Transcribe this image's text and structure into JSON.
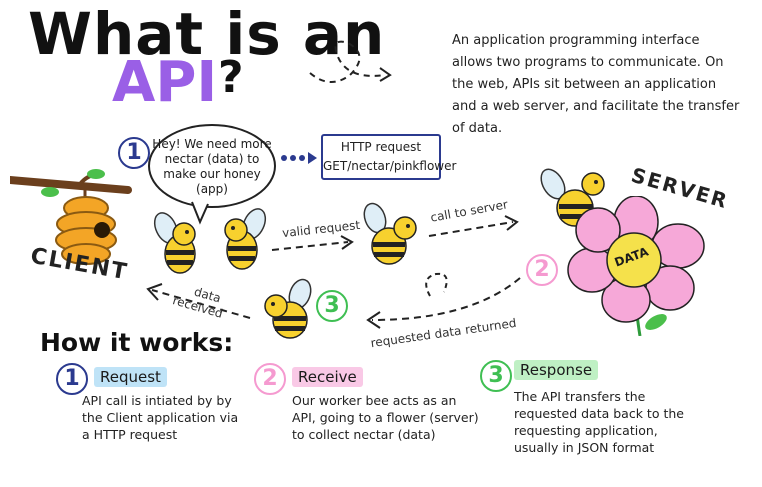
{
  "title": {
    "line1": "What is an",
    "api": "API",
    "question": "?"
  },
  "intro": "An application programming interface allows two programs to communicate. On the web, APIs sit between an application and a web server, and facilitate the transfer of data.",
  "bubble": "Hey! We need more nectar (data) to make our honey (app)",
  "http_box": {
    "line1": "HTTP request",
    "line2": "GET/nectar/pinkflower"
  },
  "labels": {
    "client": "CLIENT",
    "server": "SERVER",
    "data": "DATA",
    "valid_request": "valid request",
    "call_to_server": "call to server",
    "requested_data_returned": "requested data returned",
    "data_received_1": "data",
    "data_received_2": "received"
  },
  "numbers": {
    "one": "1",
    "two": "2",
    "three": "3"
  },
  "how_it_works": "How it works:",
  "steps": [
    {
      "num": "1",
      "title": "Request",
      "text": "API call is intiated by by the Client application via a HTTP request"
    },
    {
      "num": "2",
      "title": "Receive",
      "text": "Our worker bee acts as an API, going to a flower (server) to collect nectar (data)"
    },
    {
      "num": "3",
      "title": "Response",
      "text": "The API transfers the requested data back to the requesting application, usually in JSON format"
    }
  ],
  "colors": {
    "purple": "#9a5fe6",
    "navy": "#2b3a8f",
    "pink": "#f59ad0",
    "green": "#3fbf53",
    "highlight_blue": "#bfe3f7",
    "highlight_pink": "#f9c9e6",
    "highlight_green": "#bff0c4"
  }
}
